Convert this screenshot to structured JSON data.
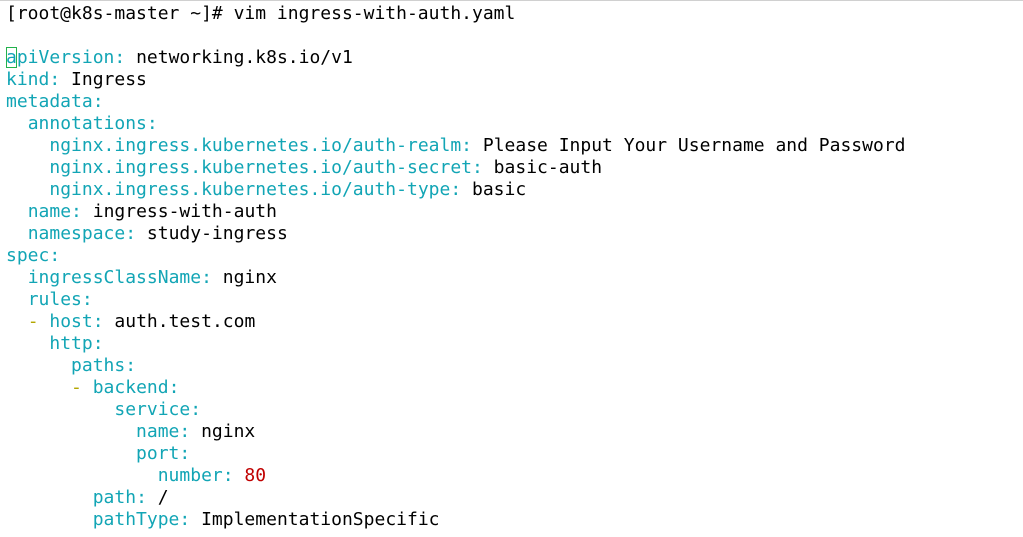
{
  "prompt": "[root@k8s-master ~]# vim ingress-with-auth.yaml",
  "colors": {
    "key": "#12a5b5",
    "dash": "#b3a600",
    "number": "#c00000",
    "cursor": "#22b24c"
  },
  "lines": [
    {
      "indent": "",
      "first": "a",
      "key": "piVersion",
      "value": "networking.k8s.io/v1"
    },
    {
      "indent": "",
      "key": "kind",
      "value": "Ingress"
    },
    {
      "indent": "",
      "key": "metadata",
      "value": ""
    },
    {
      "indent": "  ",
      "key": "annotations",
      "value": ""
    },
    {
      "indent": "    ",
      "key": "nginx.ingress.kubernetes.io/auth-realm",
      "value": "Please Input Your Username and Password"
    },
    {
      "indent": "    ",
      "key": "nginx.ingress.kubernetes.io/auth-secret",
      "value": "basic-auth"
    },
    {
      "indent": "    ",
      "key": "nginx.ingress.kubernetes.io/auth-type",
      "value": "basic"
    },
    {
      "indent": "  ",
      "key": "name",
      "value": "ingress-with-auth"
    },
    {
      "indent": "  ",
      "key": "namespace",
      "value": "study-ingress"
    },
    {
      "indent": "",
      "key": "spec",
      "value": ""
    },
    {
      "indent": "  ",
      "key": "ingressClassName",
      "value": "nginx"
    },
    {
      "indent": "  ",
      "key": "rules",
      "value": ""
    },
    {
      "indent": "  ",
      "dash": "- ",
      "key": "host",
      "value": "auth.test.com"
    },
    {
      "indent": "    ",
      "key": "http",
      "value": ""
    },
    {
      "indent": "      ",
      "key": "paths",
      "value": ""
    },
    {
      "indent": "      ",
      "dash": "- ",
      "key": "backend",
      "value": ""
    },
    {
      "indent": "          ",
      "key": "service",
      "value": ""
    },
    {
      "indent": "            ",
      "key": "name",
      "value": "nginx"
    },
    {
      "indent": "            ",
      "key": "port",
      "value": ""
    },
    {
      "indent": "              ",
      "key": "number",
      "value": "80",
      "numeric": true
    },
    {
      "indent": "        ",
      "key": "path",
      "value": "/"
    },
    {
      "indent": "        ",
      "key": "pathType",
      "value": "ImplementationSpecific"
    }
  ]
}
